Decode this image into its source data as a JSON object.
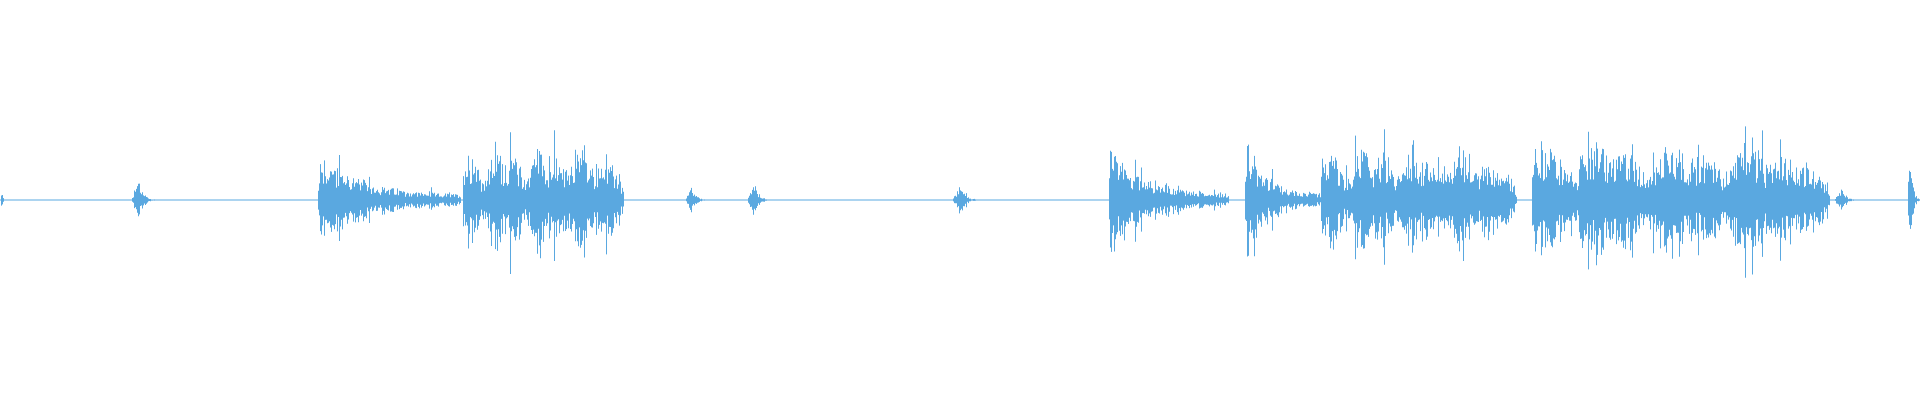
{
  "waveform": {
    "color": "#5aa8e0",
    "background": "#ffffff",
    "channels": 1,
    "amplitude_range": [
      -1,
      1
    ],
    "segments": [
      {
        "start": 0.0,
        "end": 0.003,
        "peak": 0.1,
        "profile": "click"
      },
      {
        "start": 0.068,
        "end": 0.083,
        "peak": 0.22,
        "profile": "click"
      },
      {
        "start": 0.165,
        "end": 0.24,
        "peak": 0.55,
        "profile": "burst"
      },
      {
        "start": 0.241,
        "end": 0.325,
        "peak": 0.78,
        "profile": "dense"
      },
      {
        "start": 0.357,
        "end": 0.37,
        "peak": 0.14,
        "profile": "click"
      },
      {
        "start": 0.389,
        "end": 0.402,
        "peak": 0.22,
        "profile": "click"
      },
      {
        "start": 0.496,
        "end": 0.512,
        "peak": 0.16,
        "profile": "click"
      },
      {
        "start": 0.577,
        "end": 0.64,
        "peak": 0.62,
        "profile": "burst"
      },
      {
        "start": 0.648,
        "end": 0.688,
        "peak": 0.6,
        "profile": "burst"
      },
      {
        "start": 0.688,
        "end": 0.79,
        "peak": 0.75,
        "profile": "dense"
      },
      {
        "start": 0.798,
        "end": 0.953,
        "peak": 0.85,
        "profile": "dense"
      },
      {
        "start": 0.955,
        "end": 0.97,
        "peak": 0.12,
        "profile": "click"
      },
      {
        "start": 0.993,
        "end": 1.0,
        "peak": 0.58,
        "profile": "click"
      }
    ]
  }
}
